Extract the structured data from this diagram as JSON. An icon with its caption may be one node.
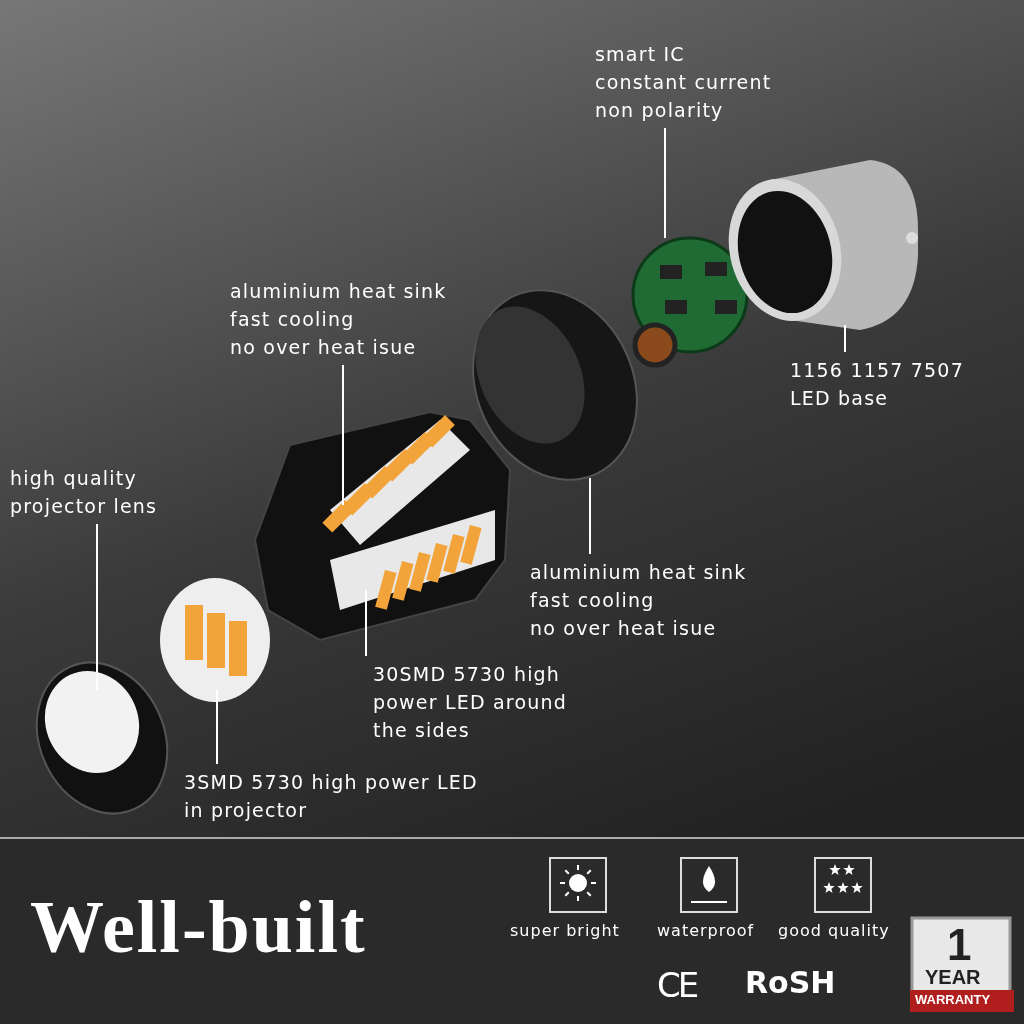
{
  "diagram": {
    "nodes": [
      {
        "text": [
          "smart IC",
          "constant current",
          "non polarity"
        ]
      },
      {
        "text": [],
        "shape": "picture"
      },
      {
        "text": [
          "1156 1157 7507 LED base"
        ]
      },
      {
        "text": [],
        "shape": "picture"
      },
      {
        "text": [
          "aluminium heat sink",
          "fast cooling",
          "no over heat isue"
        ]
      },
      {
        "text": [],
        "shape": "picture"
      },
      {
        "text": [
          "aluminium heat sink",
          "fast cooling",
          "no over heat isue"
        ]
      },
      {
        "text": [],
        "shape": "picture"
      },
      {
        "text": [
          "high quality projector lens"
        ]
      },
      {
        "text": [],
        "shape": "picture"
      },
      {
        "text": [
          "30SMD 5730 high power LED around the sides"
        ]
      },
      {
        "text": [
          "3SMD 5730 high power LED in projector"
        ]
      },
      {
        "text": [],
        "shape": "picture"
      }
    ],
    "edges": [
      {
        "from": 0,
        "to": 1,
        "arrow": "none"
      },
      {
        "from": 2,
        "to": 3,
        "arrow": "none"
      },
      {
        "from": 4,
        "to": 5,
        "arrow": "none"
      },
      {
        "from": 6,
        "to": 7,
        "arrow": "none"
      },
      {
        "from": 8,
        "to": 9,
        "arrow": "none"
      },
      {
        "from": 10,
        "to": 5,
        "arrow": "none"
      },
      {
        "from": 11,
        "to": 12,
        "arrow": "none"
      }
    ],
    "labels": [
      "Well-built",
      "super bright",
      "waterproof",
      "good quality",
      "CE",
      "RoSH",
      "1",
      "YEAR",
      "WARRANTY"
    ]
  }
}
